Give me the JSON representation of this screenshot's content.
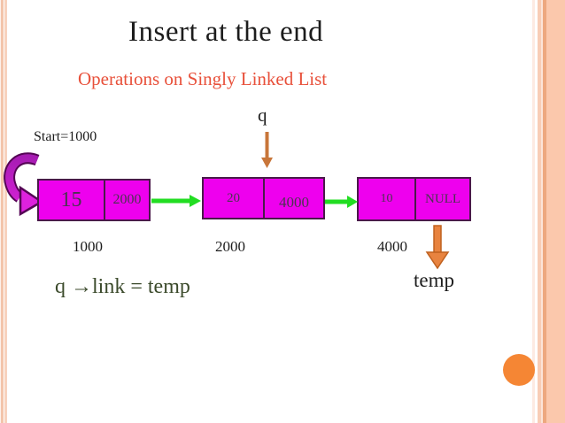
{
  "slide": {
    "title": "Insert at the end",
    "subtitle": "Operations on Singly Linked List",
    "start_label": "Start=1000",
    "q_label": "q",
    "temp_label": "temp",
    "formula": "q →link = temp",
    "nodes": [
      {
        "data": "15",
        "link": "2000",
        "address": "1000"
      },
      {
        "data": "20",
        "link": "4000",
        "address": "2000"
      },
      {
        "data": "10",
        "link": "NULL",
        "address": "4000"
      }
    ],
    "colors": {
      "title_text": "#1c1c1c",
      "subtitle_text": "#e8503a",
      "formula_text": "#3b4a2b",
      "node_fill": "#ee00ee",
      "node_border": "#4a1a4a",
      "node_text": "#4a3550",
      "next_arrow": "#22dd22",
      "q_arrow": "#c8763a",
      "temp_arrow": "#e8833f",
      "temp_arrow_border": "#c0611f",
      "start_arrow": "#dd22dd",
      "start_arrow_dark": "#a21caf",
      "start_arrow_outline": "#550555",
      "accent_circle": "#f58634"
    }
  }
}
